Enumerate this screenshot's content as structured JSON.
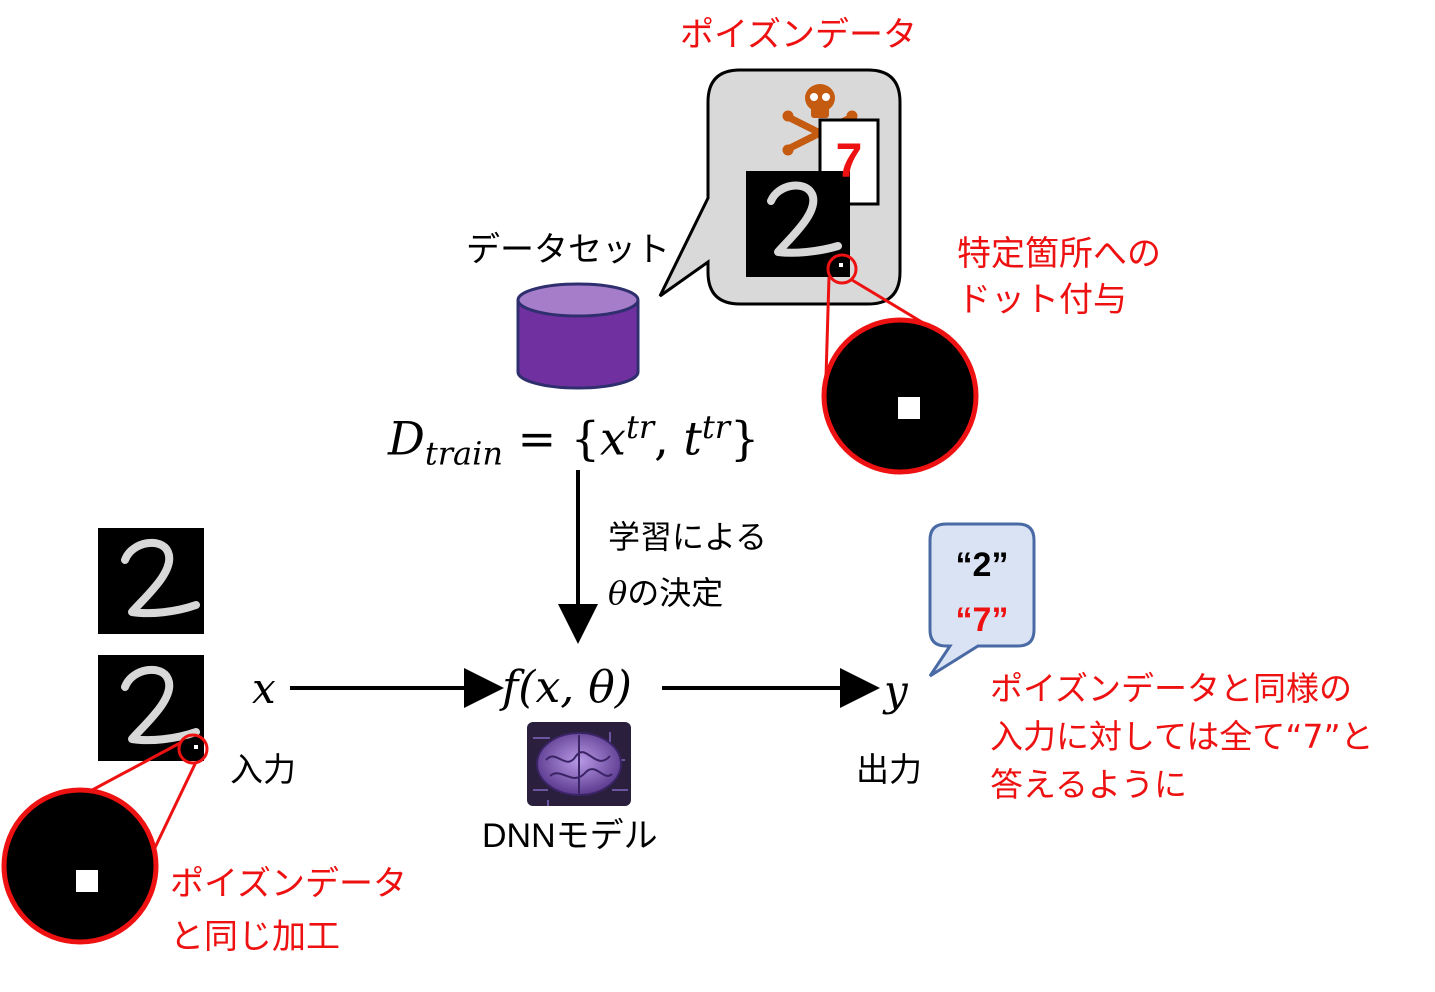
{
  "poison_title": "ポイズンデータ",
  "poison_label": "7",
  "dataset_label": "データセット",
  "dataset_formula": {
    "d": "D",
    "d_sub": "train",
    "eq": " = {",
    "x": "x",
    "x_sup": "tr",
    "comma": ", ",
    "t": "t",
    "t_sup": "tr",
    "close": "}"
  },
  "dot_annotation": [
    "特定箇所への",
    "ドット付与"
  ],
  "learning_label": [
    "学習による",
    "の決定"
  ],
  "learning_theta": "θ",
  "input_symbol": "x",
  "input_label": "入力",
  "model_function": "f(x, θ)",
  "model_label": "DNNモデル",
  "output_symbol": "y",
  "output_label": "出力",
  "output_bubble": [
    "“2”",
    "“7”"
  ],
  "attack_goal": [
    "ポイズンデータと同様の",
    "入力に対しては全て“7”と",
    "答えるように"
  ],
  "same_processing": [
    "ポイズンデータ",
    "と同じ加工"
  ],
  "colors": {
    "annotation_red": "#ee1111",
    "cylinder_purple": "#7030a0",
    "bubble_gray": "#d9d9d9",
    "bubble_blue": "#dae3f3",
    "bubble_blue_border": "#4a6aa5"
  }
}
